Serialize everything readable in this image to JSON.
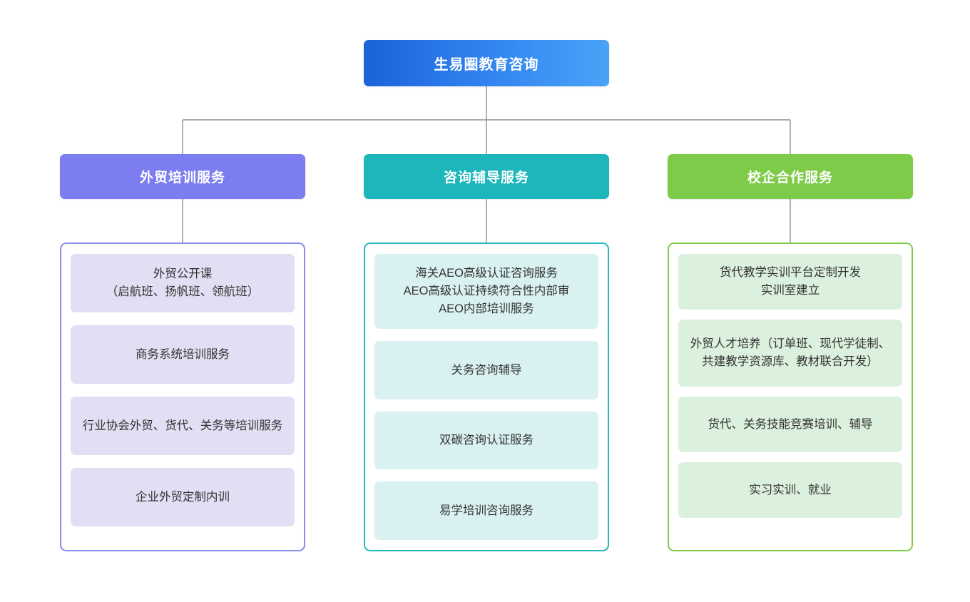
{
  "diagram": {
    "type": "organization-chart",
    "root": {
      "label": "生易圈教育咨询",
      "color": "#2f80ef"
    },
    "columns": [
      {
        "header": "外贸培训服务",
        "color": "#7b7df0",
        "item_fill": "#e2def3",
        "items": [
          "外贸公开课\n（启航班、扬帆班、领航班）",
          "商务系统培训服务",
          "行业协会外贸、货代、关务等培训服务",
          "企业外贸定制内训"
        ]
      },
      {
        "header": "咨询辅导服务",
        "color": "#1cb6bb",
        "item_fill": "#d9f1f1",
        "items": [
          "海关AEO高级认证咨询服务\nAEO高级认证持续符合性内部审\nAEO内部培训服务",
          "关务咨询辅导",
          "双碳咨询认证服务",
          "易学培训咨询服务"
        ]
      },
      {
        "header": "校企合作服务",
        "color": "#7ecb49",
        "item_fill": "#dbf0dd",
        "items": [
          "货代教学实训平台定制开发\n实训室建立",
          "外贸人才培养（订单班、现代学徒制、共建教学资源库、教材联合开发）",
          "货代、关务技能竞赛培训、辅导",
          "实习实训、就业"
        ]
      }
    ],
    "connector_color": "#8a9099"
  }
}
